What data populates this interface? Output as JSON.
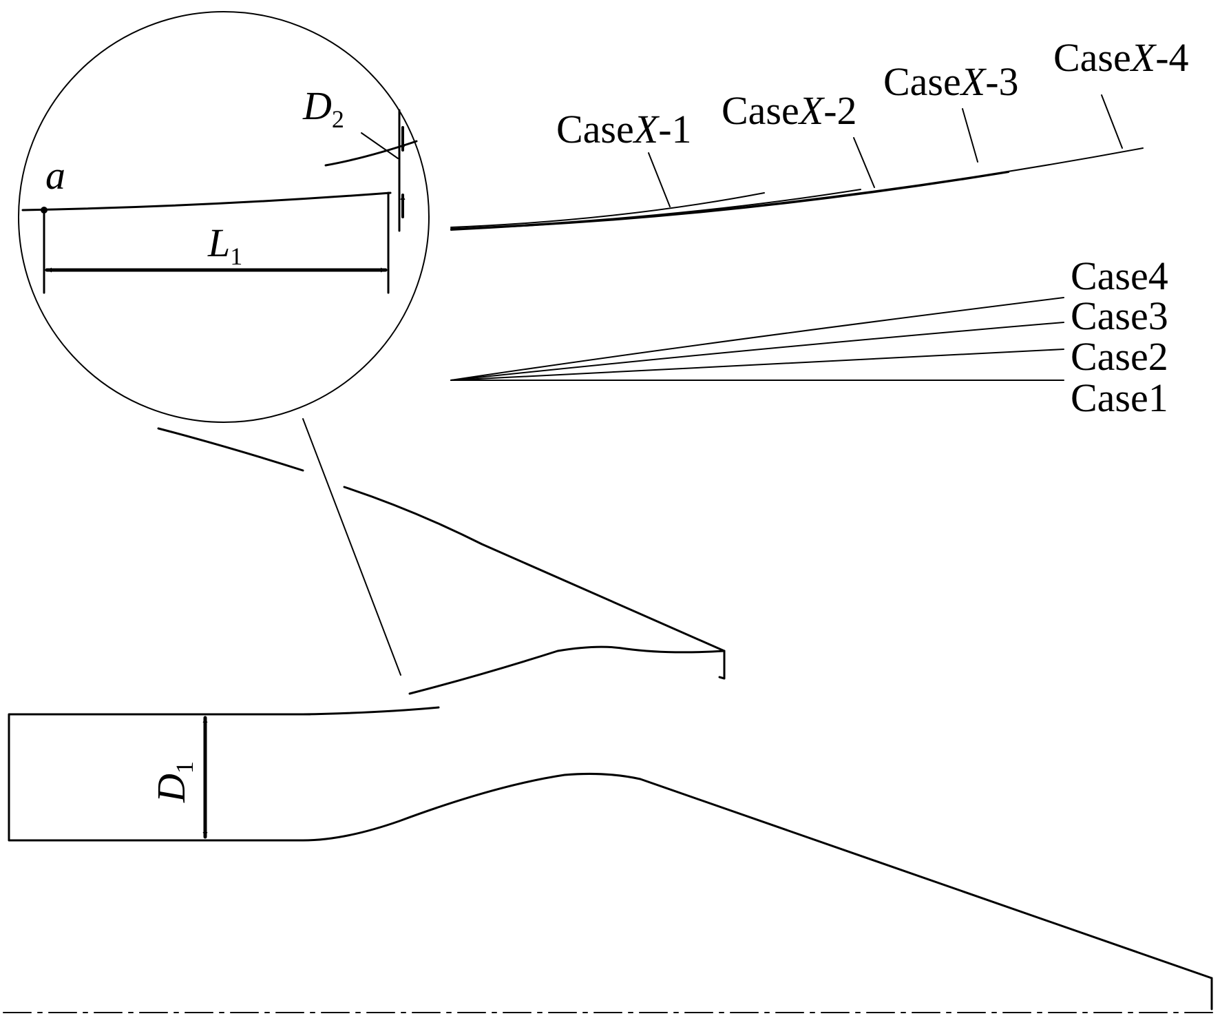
{
  "labels": {
    "casex_1": "CaseX-1",
    "casex_2": "CaseX-2",
    "casex_3": "CaseX-3",
    "casex_4": "CaseX-4",
    "case4": "Case4",
    "case3": "Case3",
    "case2": "Case2",
    "case1": "Case1",
    "point_a": "a",
    "dim_l1": "L1",
    "dim_d1": "D1",
    "dim_d2": "D2"
  }
}
